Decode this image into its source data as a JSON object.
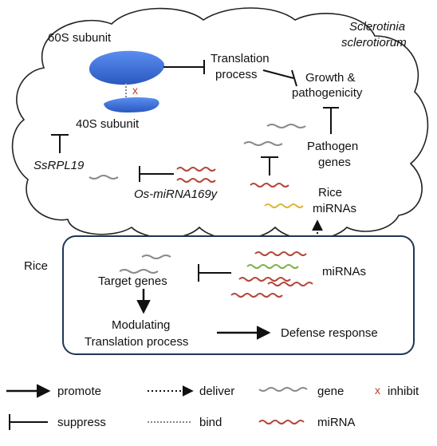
{
  "organism": {
    "line1": "Sclerotinia",
    "line2": "sclerotiorum"
  },
  "fungus": {
    "subunit_60s": "60S subunit",
    "subunit_40s": "40S subunit",
    "inhibit_mark": "x",
    "translation_line1": "Translation",
    "translation_line2": "process",
    "growth_line1": "Growth &",
    "growth_line2": "pathogenicity",
    "pathogen_line1": "Pathogen",
    "pathogen_line2": "genes",
    "ssrpl19": "SsRPL19",
    "os_mirna": "Os-miRNA169y",
    "rice_mirnas_line1": "Rice",
    "rice_mirnas_line2": "miRNAs"
  },
  "rice": {
    "label": "Rice",
    "target_genes": "Target genes",
    "mirnas": "miRNAs",
    "modulating_line1": "Modulating",
    "modulating_line2": "Translation process",
    "defense": "Defense response"
  },
  "legend": {
    "promote": "promote",
    "deliver": "deliver",
    "gene": "gene",
    "inhibit_mark": "x",
    "inhibit": "inhibit",
    "suppress": "suppress",
    "bind": "bind",
    "mirna": "miRNA"
  },
  "colors": {
    "ribosome": "#3a6fd8",
    "mirna_red": "#b5463a",
    "mirna_green": "#7cb34a",
    "mirna_yellow": "#e0b63a",
    "gene_gray": "#8a8a8a",
    "rice_box_border": "#1f3654",
    "inhibit_x": "#c0392b"
  }
}
